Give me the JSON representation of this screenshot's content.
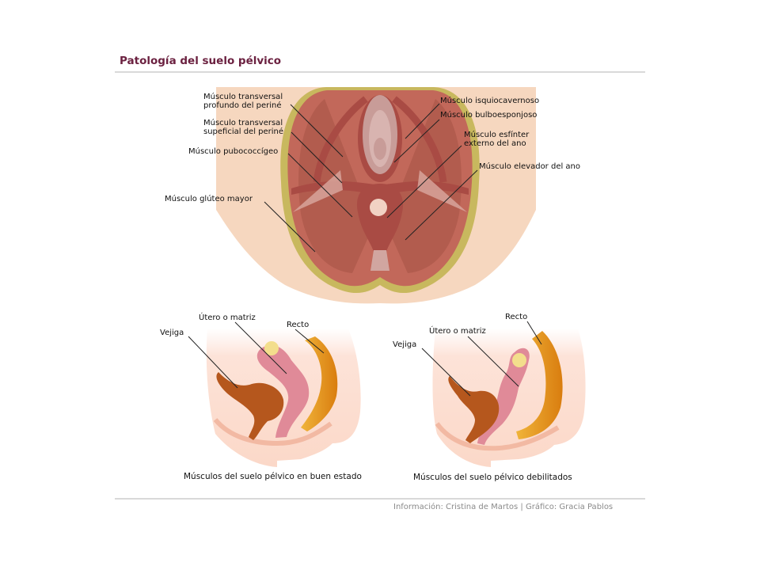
{
  "header": {
    "title": "Patología del suelo pélvico"
  },
  "top_view": {
    "labels": {
      "transverso_profundo": "Músculo transversal\nprofundo del periné",
      "transverso_superficial": "Músculo transversal\nsupeficial del periné",
      "pubococcigeo": "Músculo pubococcígeo",
      "gluteo": "Músculo glúteo mayor",
      "isquiocavernoso": "Músculo isquiocavernoso",
      "bulboesponjoso": "Músculo bulboesponjoso",
      "esfinter": "Músculo esfínter\nexterno del ano",
      "elevador": "Músculo elevador del ano"
    }
  },
  "side_healthy": {
    "labels": {
      "utero": "Útero o matriz",
      "recto": "Recto",
      "vejiga": "Vejiga"
    },
    "caption": "Músculos del suelo pélvico en buen estado"
  },
  "side_weak": {
    "labels": {
      "utero": "Útero o matriz",
      "recto": "Recto",
      "vejiga": "Vejiga"
    },
    "caption": "Músculos del suelo pélvico debilitados"
  },
  "footer": {
    "credit": "Información: Cristina de Martos | Gráfico: Gracia Pablos"
  }
}
